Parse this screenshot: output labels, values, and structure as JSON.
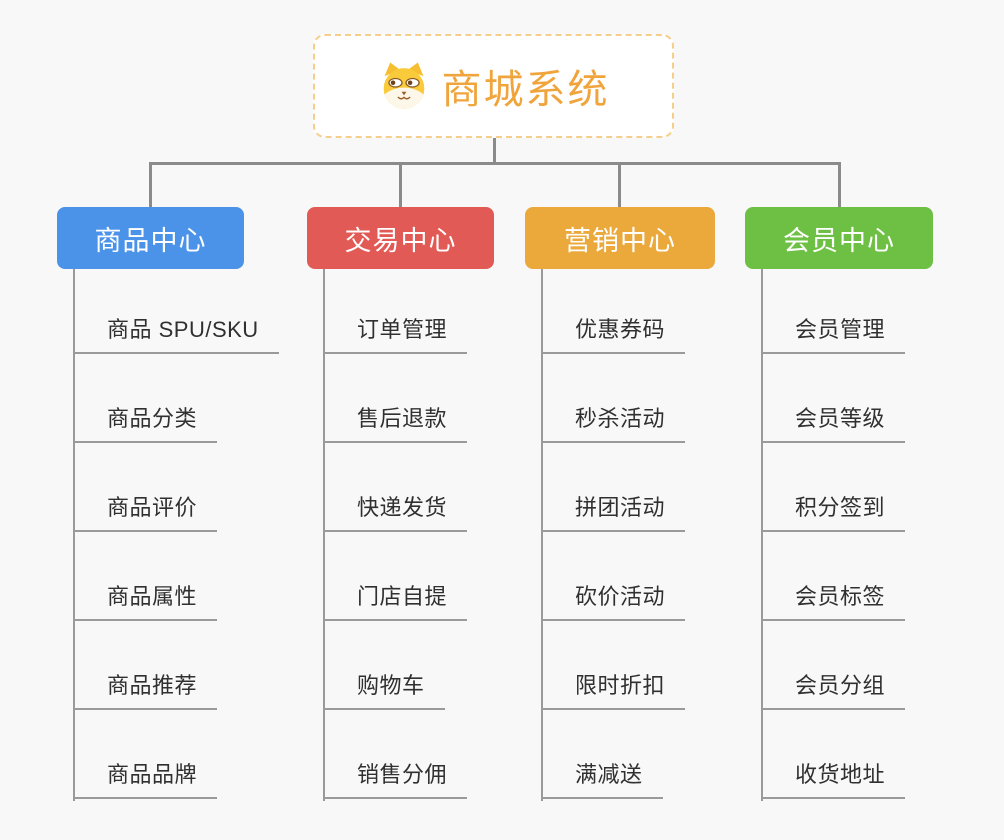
{
  "root": {
    "label": "商城系统",
    "icon": "dog-face-icon",
    "accent_color": "#f0a43c",
    "border_color": "#f6ce8c"
  },
  "connector_color": "#8b8b8b",
  "line_color": "#9a9a9a",
  "branches": [
    {
      "label": "商品中心",
      "color": "#4b93e9",
      "items": [
        "商品 SPU/SKU",
        "商品分类",
        "商品评价",
        "商品属性",
        "商品推荐",
        "商品品牌"
      ]
    },
    {
      "label": "交易中心",
      "color": "#e25a55",
      "items": [
        "订单管理",
        "售后退款",
        "快递发货",
        "门店自提",
        "购物车",
        "销售分佣"
      ]
    },
    {
      "label": "营销中心",
      "color": "#eba93c",
      "items": [
        "优惠券码",
        "秒杀活动",
        "拼团活动",
        "砍价活动",
        "限时折扣",
        "满减送"
      ]
    },
    {
      "label": "会员中心",
      "color": "#6dc044",
      "items": [
        "会员管理",
        "会员等级",
        "积分签到",
        "会员标签",
        "会员分组",
        "收货地址"
      ]
    }
  ]
}
